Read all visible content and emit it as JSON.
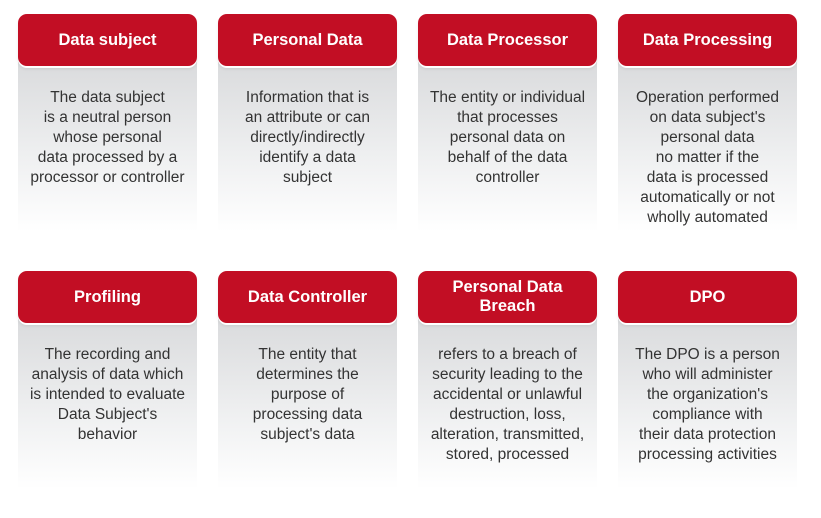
{
  "colors": {
    "header": "#c20e24",
    "text": "#333333"
  },
  "cards": [
    {
      "title": "Data subject",
      "text": "The data subject\nis a neutral person\nwhose personal\ndata processed by a\nprocessor or controller"
    },
    {
      "title": "Personal Data",
      "text": "Information that is\nan attribute or can\ndirectly/indirectly\nidentify a data\nsubject"
    },
    {
      "title": "Data Processor",
      "text": "The entity or individual\nthat processes\npersonal data on\nbehalf of the data\ncontroller"
    },
    {
      "title": "Data Processing",
      "text": "Operation performed\non data subject's\npersonal data\nno matter if the\ndata is processed\nautomatically or not\nwholly automated"
    },
    {
      "title": "Profiling",
      "text": "The recording and\nanalysis of data which\nis intended to evaluate\nData Subject's\nbehavior"
    },
    {
      "title": "Data Controller",
      "text": "The entity that\ndetermines the\npurpose of\nprocessing data\nsubject's data"
    },
    {
      "title": "Personal Data\nBreach",
      "text": "refers to a breach of\nsecurity leading to the\naccidental or unlawful\ndestruction, loss,\nalteration, transmitted,\nstored, processed"
    },
    {
      "title": "DPO",
      "text": "The DPO is a person\nwho will administer\nthe organization's\ncompliance with\ntheir data protection\nprocessing activities"
    }
  ]
}
